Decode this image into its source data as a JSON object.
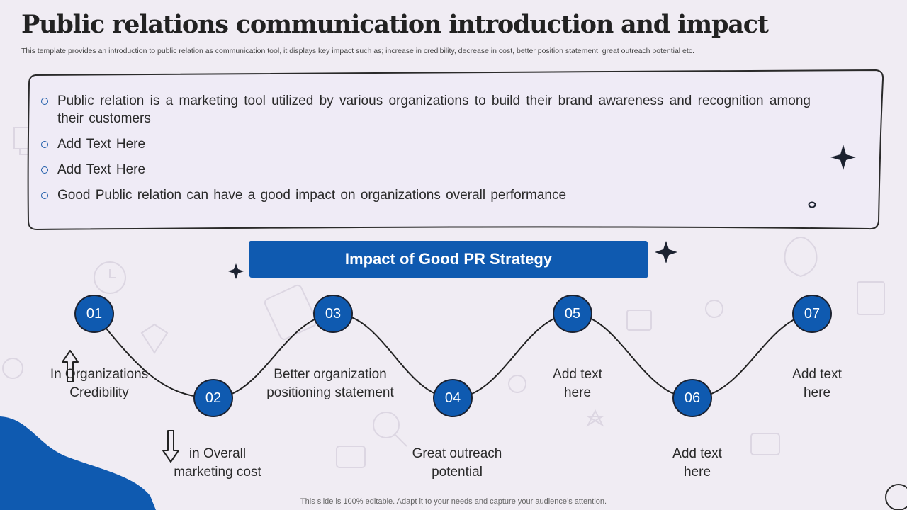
{
  "header": {
    "title": "Public relations communication introduction and impact",
    "subtitle": "This template provides an introduction to public relation as communication tool, it displays key impact such as; increase in credibility, decrease in cost, better position statement, great outreach potential etc."
  },
  "intro": {
    "bullets": [
      "Public relation is a marketing tool utilized by various organizations to build their brand awareness and recognition among their customers",
      "Add Text Here",
      "Add Text Here",
      "Good Public relation can have a good impact on organizations overall performance"
    ]
  },
  "impact": {
    "banner": "Impact of Good PR Strategy",
    "steps": [
      {
        "number": "01",
        "label": "In Organizations Credibility",
        "icon": "arrow-up-icon"
      },
      {
        "number": "02",
        "label": "in Overall marketing cost",
        "icon": "arrow-down-icon"
      },
      {
        "number": "03",
        "label": "Better organization positioning statement"
      },
      {
        "number": "04",
        "label": "Great outreach potential"
      },
      {
        "number": "05",
        "label": "Add text here"
      },
      {
        "number": "06",
        "label": "Add text here"
      },
      {
        "number": "07",
        "label": "Add text here"
      }
    ]
  },
  "footer": {
    "note": "This slide is 100% editable. Adapt it to your needs and capture your audience’s attention."
  },
  "colors": {
    "accent": "#0f5ab0",
    "background": "#f0ecf3",
    "outline": "#2a2a2a"
  }
}
